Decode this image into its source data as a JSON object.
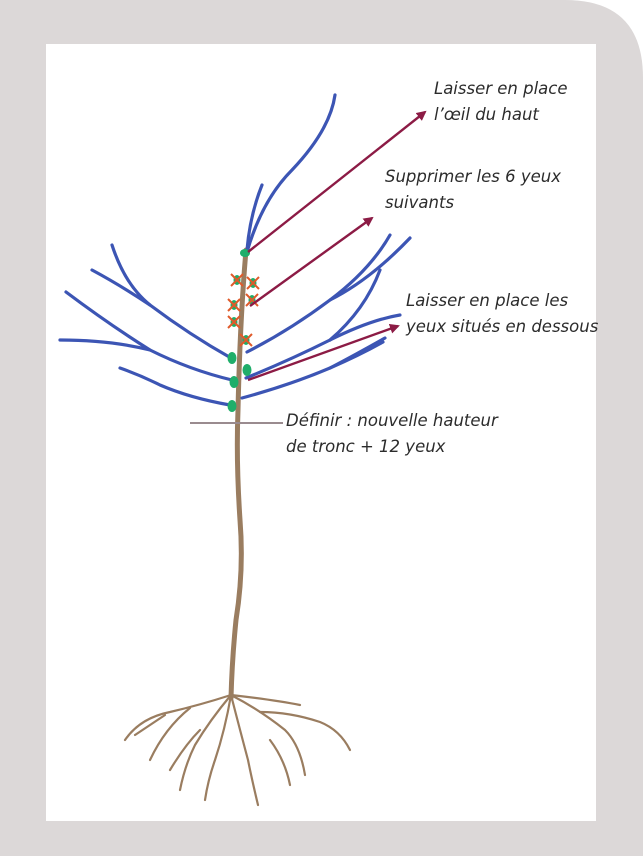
{
  "colors": {
    "frame": "#dcd8d8",
    "panel": "#ffffff",
    "branch": "#3c55b4",
    "trunk": "#9a7d60",
    "arrow": "#8c1b45",
    "bud": "#1fae6a",
    "removed_bud_mark": "#e05a2a",
    "height_line": "#9a8b8f"
  },
  "annotations": {
    "top_bud": {
      "line1": "Laisser en place",
      "line2": "l’œil du haut"
    },
    "remove_buds": {
      "line1": "Supprimer les 6 yeux",
      "line2": "suivants"
    },
    "keep_buds": {
      "line1": "Laisser en place les",
      "line2": "yeux situés en dessous"
    },
    "new_height": {
      "line1": "Définir : nouvelle hauteur",
      "line2": "de tronc + 12 yeux"
    }
  },
  "icons": [
    "tree-illustration",
    "arrow-icon",
    "bud-icon",
    "removed-bud-icon",
    "cut-height-line"
  ]
}
